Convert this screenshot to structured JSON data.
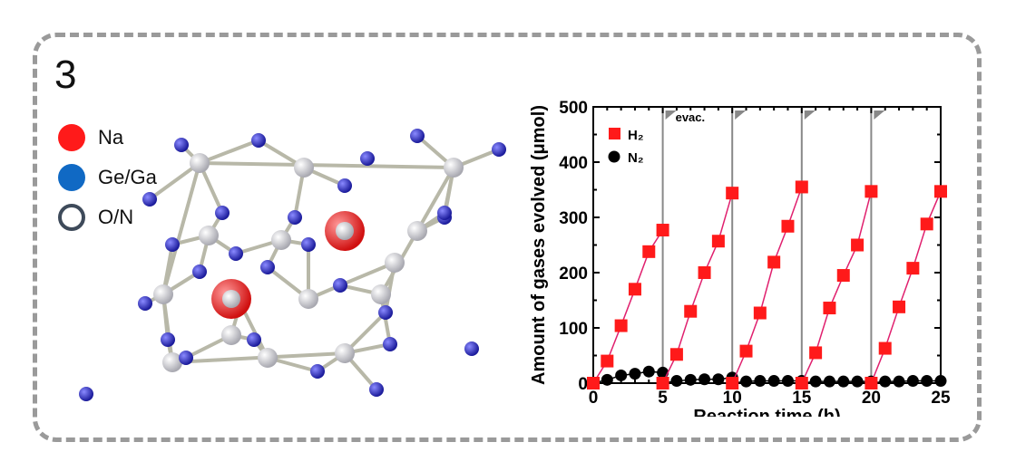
{
  "panel_number": "3",
  "atom_legend": [
    {
      "label": "Na",
      "color": "#ff1a1a",
      "style": "filled"
    },
    {
      "label": "Ge/Ga",
      "color": "#1069c4",
      "style": "filled"
    },
    {
      "label": "O/N",
      "color": "#3e4a5a",
      "style": "ring"
    }
  ],
  "chart_data": {
    "type": "scatter",
    "title": "",
    "xlabel": "Reaction time (h)",
    "ylabel": "Amount of gases evolved (μmol)",
    "xlim": [
      0,
      25
    ],
    "ylim": [
      0,
      500
    ],
    "xticks": [
      "0",
      "5",
      "10",
      "15",
      "20",
      "25"
    ],
    "yticks": [
      "0",
      "100",
      "200",
      "300",
      "400",
      "500"
    ],
    "legend_position": "top-left",
    "evacuation_times": [
      5,
      10,
      15,
      20
    ],
    "evac_label": "evac.",
    "series": [
      {
        "name": "H₂",
        "marker": "square",
        "color": "#ff1a1a",
        "line_color": "#e0206e",
        "cycles": [
          {
            "x": [
              0,
              1,
              2,
              3,
              4,
              5
            ],
            "y": [
              0,
              40,
              104,
              170,
              238,
              277
            ]
          },
          {
            "x": [
              5,
              6,
              7,
              8,
              9,
              10
            ],
            "y": [
              0,
              52,
              130,
              200,
              257,
              344
            ]
          },
          {
            "x": [
              10,
              11,
              12,
              13,
              14,
              15
            ],
            "y": [
              0,
              58,
              127,
              219,
              284,
              355
            ]
          },
          {
            "x": [
              15,
              16,
              17,
              18,
              19,
              20
            ],
            "y": [
              0,
              55,
              136,
              195,
              250,
              347
            ]
          },
          {
            "x": [
              20,
              21,
              22,
              23,
              24,
              25
            ],
            "y": [
              0,
              63,
              138,
              208,
              288,
              347
            ]
          }
        ]
      },
      {
        "name": "N₂",
        "marker": "circle",
        "color": "#000000",
        "line_color": "#000000",
        "cycles": [
          {
            "x": [
              0,
              1,
              2,
              3,
              4,
              5
            ],
            "y": [
              0,
              6,
              14,
              17,
              21,
              19
            ]
          },
          {
            "x": [
              5,
              6,
              7,
              8,
              9,
              10
            ],
            "y": [
              0,
              4,
              6,
              7,
              7,
              10
            ]
          },
          {
            "x": [
              10,
              11,
              12,
              13,
              14,
              15
            ],
            "y": [
              0,
              3,
              4,
              4,
              4,
              4
            ]
          },
          {
            "x": [
              15,
              16,
              17,
              18,
              19,
              20
            ],
            "y": [
              0,
              3,
              3,
              3,
              3,
              3
            ]
          },
          {
            "x": [
              20,
              21,
              22,
              23,
              24,
              25
            ],
            "y": [
              0,
              3,
              3,
              4,
              4,
              4
            ]
          }
        ]
      }
    ]
  }
}
